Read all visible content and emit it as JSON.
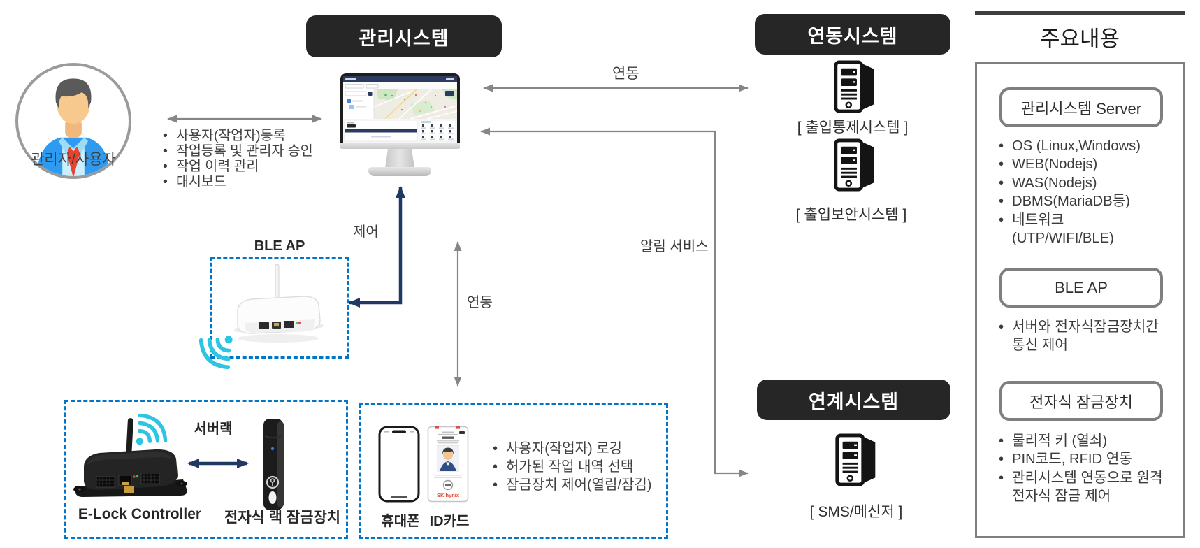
{
  "headers": {
    "management": "관리시스템",
    "integration": "연동시스템",
    "linked": "연계시스템"
  },
  "actor": {
    "label": "관리자/사용자",
    "functions": [
      "사용자(작업자)등록",
      "작업등록 및 관리자 승인",
      "작업 이력 관리",
      "대시보드"
    ]
  },
  "arrows": {
    "control": "제어",
    "interlock_top": "연동",
    "interlock_mid": "연동",
    "notification": "알림 서비스"
  },
  "integration_servers": [
    {
      "label": "[ 출입통제시스템 ]"
    },
    {
      "label": "[ 출입보안시스템 ]"
    }
  ],
  "linked_servers": [
    {
      "label": "[ SMS/메신저 ]"
    }
  ],
  "ble_ap": {
    "label": "BLE AP"
  },
  "server_rack_box": {
    "rack_label": "서버랙",
    "controller_label": "E-Lock Controller",
    "lock_label": "전자식 랙 잠금장치"
  },
  "mobile_box": {
    "phone_label": "휴대폰",
    "card_label": "ID카드",
    "card_brand": "SK hynix",
    "functions": [
      "사용자(작업자) 로깅",
      "허가된 작업 내역 선택",
      "잠금장치 제어(열림/잠김)"
    ]
  },
  "summary_panel": {
    "title": "주요내용",
    "sections": [
      {
        "heading": "관리시스템 Server",
        "items": [
          "OS (Linux,Windows)",
          "WEB(Nodejs)",
          "WAS(Nodejs)",
          "DBMS(MariaDB등)",
          "네트워크\n(UTP/WIFI/BLE)"
        ]
      },
      {
        "heading": "BLE AP",
        "items": [
          "서버와 전자식잠금장치간\n통신 제어"
        ]
      },
      {
        "heading": "전자식 잠금장치",
        "items": [
          "물리적 키 (열쇠)",
          "PIN코드, RFID 연동",
          "관리시스템 연동으로 원격\n전자식 잠금 제어"
        ]
      }
    ]
  },
  "colors": {
    "header_bg": "#262626",
    "dashed_border": "#0076c8",
    "navy_arrow": "#1f3864",
    "gray_arrow": "#868686",
    "cyan_wifi": "#2cc5e2",
    "brand_red": "#e8442d"
  }
}
